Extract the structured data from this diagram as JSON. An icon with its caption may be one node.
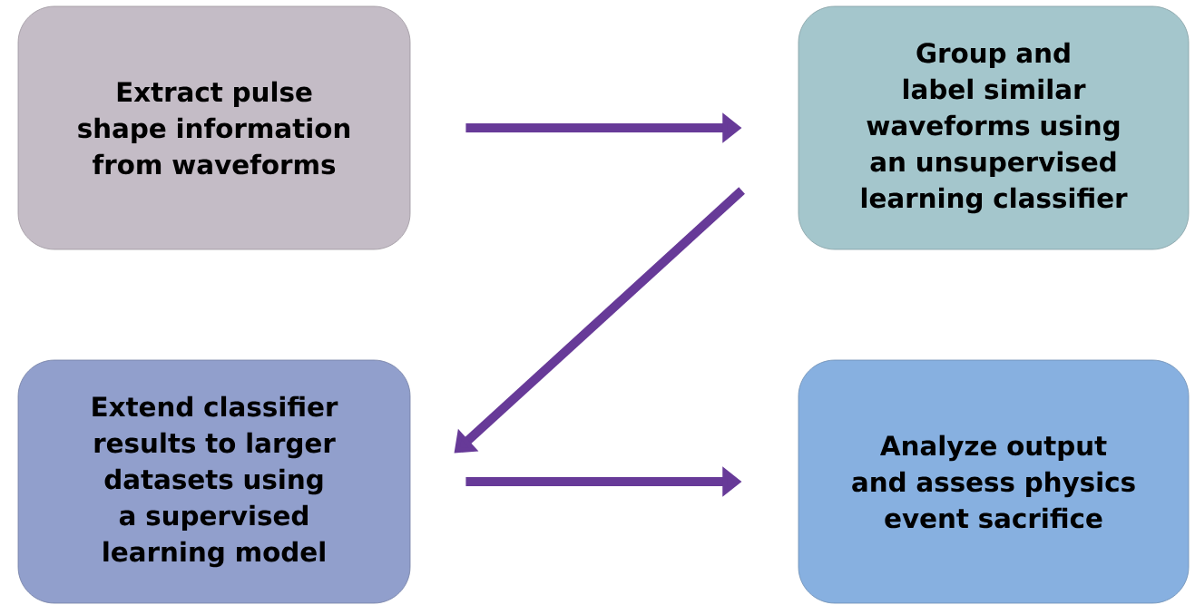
{
  "diagram": {
    "nodes": [
      {
        "text": [
          "Extract pulse shape information from waveforms"
        ]
      },
      {
        "text": [
          "Group and label similar waveforms using an unsupervised learning classifier"
        ]
      },
      {
        "text": [
          "Extend classifier results to larger datasets using a supervised learning model"
        ]
      },
      {
        "text": [
          "Analyze output and assess physics event sacrifice"
        ]
      }
    ],
    "edges": [
      {
        "from": 0,
        "to": 1,
        "arrow": "to"
      },
      {
        "from": 1,
        "to": 2,
        "arrow": "to"
      },
      {
        "from": 2,
        "to": 3,
        "arrow": "to"
      }
    ]
  }
}
